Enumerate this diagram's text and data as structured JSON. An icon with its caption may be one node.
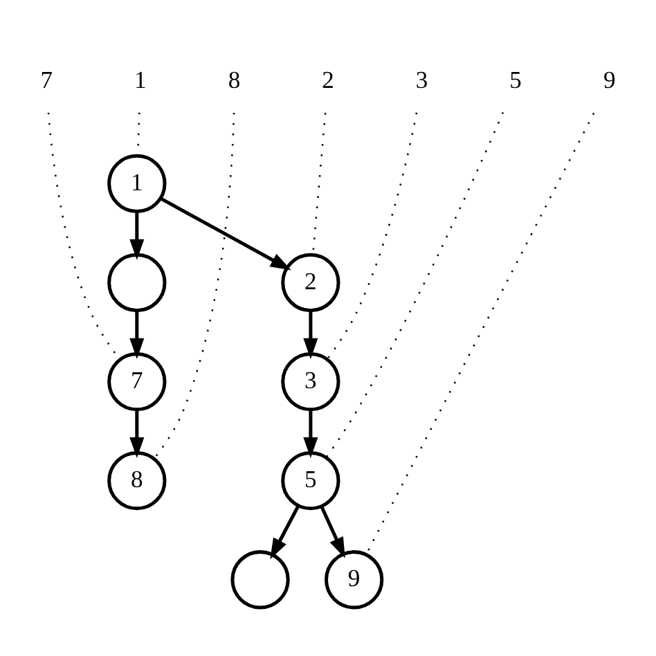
{
  "diagram": {
    "nodes": [
      {
        "text": [
          "7"
        ]
      },
      {
        "text": [
          "8"
        ]
      },
      {
        "text": [
          "1"
        ]
      },
      {
        "text": [
          "2"
        ]
      },
      {
        "text": [
          "3"
        ]
      },
      {
        "text": [
          "9"
        ]
      },
      {
        "text": [
          "5"
        ]
      },
      {
        "text": [
          "1"
        ]
      },
      {
        "text": [
          "2"
        ]
      },
      {
        "text": [
          "3"
        ]
      },
      {
        "text": [],
        "shape": "circle"
      },
      {
        "text": [
          "5"
        ]
      },
      {
        "text": [],
        "shape": "circle"
      },
      {
        "text": [
          "7"
        ]
      },
      {
        "text": [
          "8"
        ]
      },
      {
        "text": [
          "9"
        ]
      }
    ],
    "edges": [
      {
        "from": 7,
        "to": 8,
        "arrow": "to"
      },
      {
        "from": 8,
        "to": 9,
        "arrow": "to"
      },
      {
        "from": 9,
        "to": 11,
        "arrow": "to"
      },
      {
        "from": 11,
        "to": 12,
        "arrow": "to"
      },
      {
        "from": 11,
        "to": 15,
        "arrow": "to"
      },
      {
        "from": 7,
        "to": 10,
        "arrow": "to"
      },
      {
        "from": 10,
        "to": 13,
        "arrow": "to"
      },
      {
        "from": 13,
        "to": 14,
        "arrow": "to"
      },
      {
        "from": 0,
        "to": 13,
        "arrow": "none",
        "style": "dashed"
      },
      {
        "from": 1,
        "to": 14,
        "arrow": "none",
        "style": "dashed"
      },
      {
        "from": 2,
        "to": 7,
        "arrow": "none",
        "style": "dashed"
      },
      {
        "from": 3,
        "to": 8,
        "arrow": "none",
        "style": "dashed"
      },
      {
        "from": 4,
        "to": 9,
        "arrow": "none",
        "style": "dashed"
      },
      {
        "from": 5,
        "to": 15,
        "arrow": "none",
        "style": "dashed"
      },
      {
        "from": 6,
        "to": 11,
        "arrow": "none",
        "style": "dashed"
      }
    ]
  }
}
